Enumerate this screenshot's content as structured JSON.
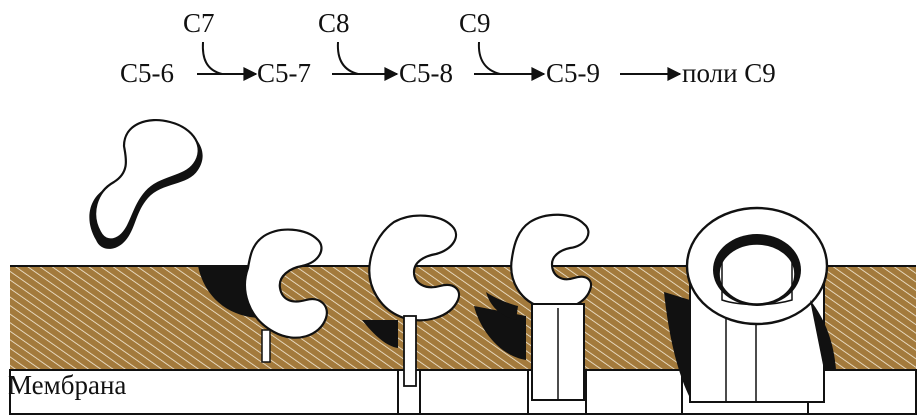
{
  "scheme": {
    "top_labels": [
      "C7",
      "C8",
      "C9"
    ],
    "sequence": [
      "C5-6",
      "C5-7",
      "C5-8",
      "C5-9",
      "поли C9"
    ]
  },
  "membrane": {
    "label": "Мембрана",
    "fill_color": "#a37a3c",
    "hatch_color": "#f5ecd9"
  },
  "stages": [
    {
      "name": "C5-6"
    },
    {
      "name": "C5-7"
    },
    {
      "name": "C5-8"
    },
    {
      "name": "C5-9"
    },
    {
      "name": "поли C9"
    }
  ]
}
